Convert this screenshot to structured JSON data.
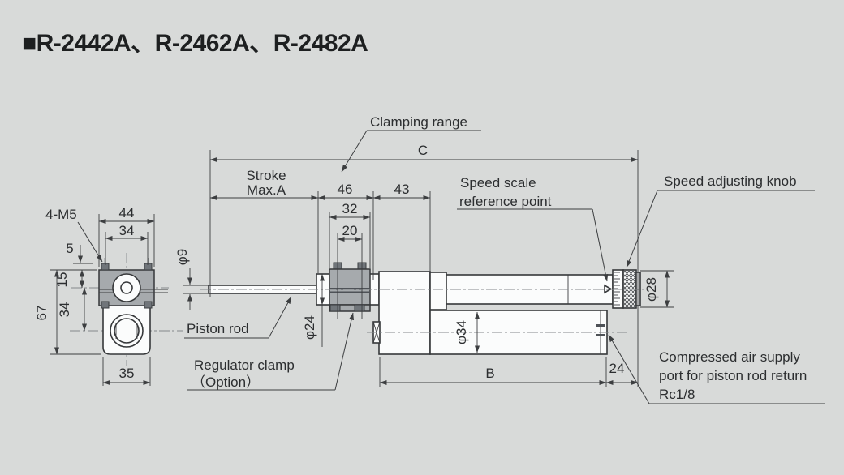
{
  "title": "■R-2442A、R-2462A、R-2482A",
  "colors": {
    "background": "#d8dad9",
    "line": "#36383a",
    "text": "#2c2e30",
    "clamp_fill": "#a6aaad",
    "bolt_fill": "#70757a",
    "body_fill": "#fbfcfc"
  },
  "front_view": {
    "bolt_spec": "4-M5",
    "width_top": "44",
    "bolt_span": "34",
    "edge_offset": "5",
    "center_offset": "15",
    "hole_pitch": "34",
    "height": "67",
    "base_width": "35"
  },
  "side_view": {
    "overall_length": "C",
    "stroke_label_1": "Stroke",
    "stroke_label_2": "Max.A",
    "clamp_section": "46",
    "head_section": "43",
    "clamp_width": "32",
    "clamp_bolt_span": "20",
    "rod_dia": "φ9",
    "boss_dia": "φ24",
    "body_dia": "φ34",
    "knob_dia": "φ28",
    "body_length": "B",
    "rear_offset": "24"
  },
  "callouts": {
    "clamping_range": "Clamping range",
    "speed_scale_1": "Speed scale",
    "speed_scale_2": "reference point",
    "speed_knob": "Speed adjusting knob",
    "piston_rod": "Piston rod",
    "regulator_1": "Regulator clamp",
    "regulator_2": "（Option）",
    "air_supply_1": "Compressed air supply",
    "air_supply_2": "port for piston rod return",
    "air_supply_3": "Rc1/8"
  }
}
